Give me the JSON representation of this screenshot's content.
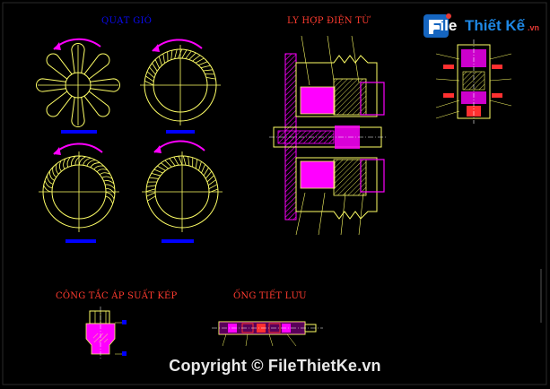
{
  "labels": {
    "fan": "QUẠT GIÓ",
    "clutch": "LY HỢP ĐIỆN TỪ",
    "pressure_switch": "CÔNG TẮC ÁP SUẤT KÉP",
    "throttle_tube": "ỐNG TIẾT LƯU"
  },
  "logo": {
    "brand_part1": "File",
    "brand_part2": "Thiết Kế",
    "brand_suffix": ".vn"
  },
  "watermark": {
    "text": "Copyright © FileThietKe.vn"
  },
  "colors": {
    "background": "#000000",
    "linework": "#ffff66",
    "magenta": "#ff00ff",
    "blue": "#0000ff",
    "red": "#ff3030",
    "white": "#ffffff"
  }
}
